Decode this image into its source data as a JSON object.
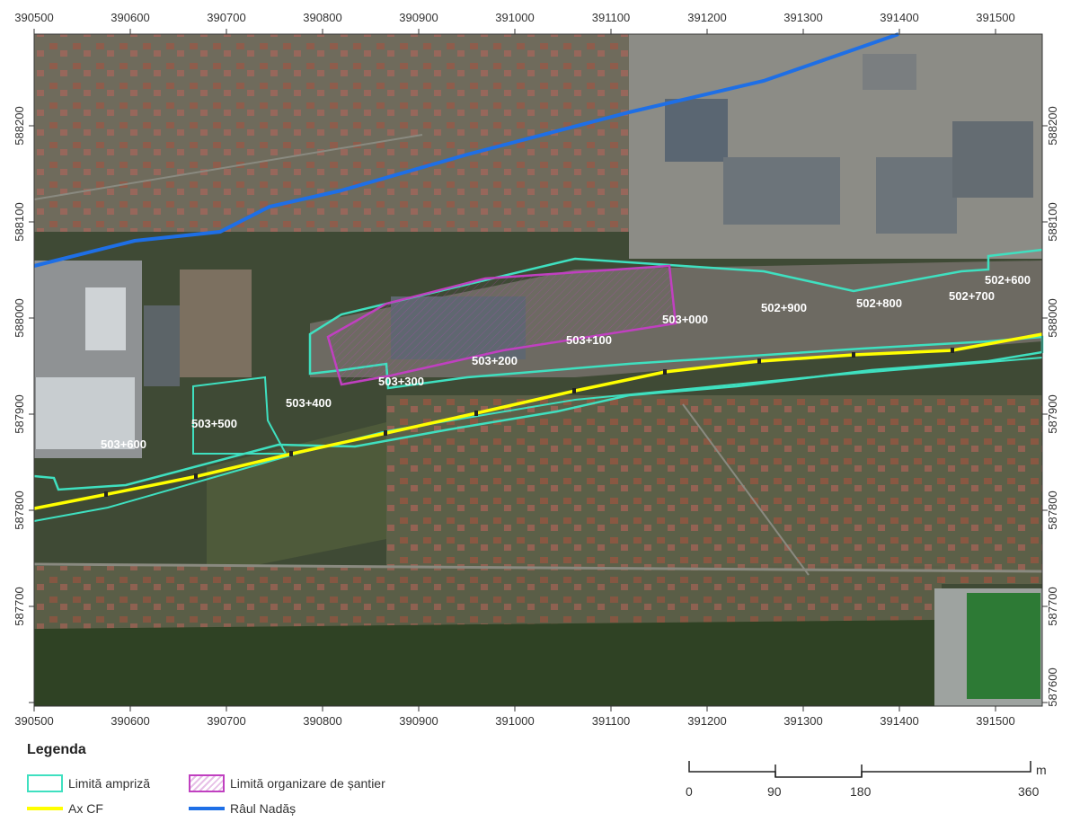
{
  "map": {
    "x_ticks": [
      "390500",
      "390600",
      "390700",
      "390800",
      "390900",
      "391000",
      "391100",
      "391200",
      "391300",
      "391400",
      "391500"
    ],
    "y_ticks": [
      "588200",
      "588100",
      "588000",
      "587900",
      "587800",
      "587700",
      "587600"
    ],
    "chainage_labels": [
      "502+600",
      "502+700",
      "502+800",
      "502+900",
      "503+000",
      "503+100",
      "503+200",
      "503+300",
      "503+400",
      "503+500",
      "503+600"
    ]
  },
  "legend": {
    "title": "Legenda",
    "items": [
      {
        "label": "Limită ampriză",
        "color": "#3fe0c0"
      },
      {
        "label": "Limită organizare de șantier",
        "color": "#c040c0"
      },
      {
        "label": "Ax CF",
        "color": "#ffff00"
      },
      {
        "label": "Râul Nadăș",
        "color": "#1e6fe6"
      }
    ]
  },
  "scale": {
    "unit": "m",
    "labels": [
      "0",
      "90",
      "180",
      "360"
    ]
  }
}
